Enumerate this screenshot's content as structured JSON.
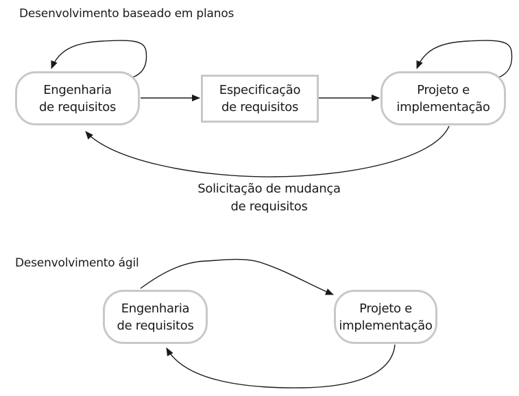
{
  "plan_driven": {
    "title": "Desenvolvimento baseado em planos",
    "nodes": [
      {
        "id": "req_eng",
        "line1": "Engenharia",
        "line2": "de requisitos",
        "shape": "rounded"
      },
      {
        "id": "req_spec",
        "line1": "Especificação",
        "line2": "de requisitos",
        "shape": "rectangle"
      },
      {
        "id": "design_impl",
        "line1": "Projeto e",
        "line2": "implementação",
        "shape": "rounded"
      }
    ],
    "edges": [
      {
        "from": "req_eng",
        "to": "req_eng",
        "type": "self-loop"
      },
      {
        "from": "req_eng",
        "to": "req_spec",
        "type": "straight"
      },
      {
        "from": "req_spec",
        "to": "design_impl",
        "type": "straight"
      },
      {
        "from": "design_impl",
        "to": "design_impl",
        "type": "self-loop"
      },
      {
        "from": "design_impl",
        "to": "req_eng",
        "type": "curved",
        "label": "Solicitação de mudança de requisitos"
      }
    ],
    "change_label_line1": "Solicitação de mudança",
    "change_label_line2": "de requisitos"
  },
  "agile": {
    "title": "Desenvolvimento ágil",
    "nodes": [
      {
        "id": "req_eng",
        "line1": "Engenharia",
        "line2": "de requisitos",
        "shape": "rounded"
      },
      {
        "id": "design_impl",
        "line1": "Projeto e",
        "line2": "implementação",
        "shape": "rounded"
      }
    ],
    "edges": [
      {
        "from": "req_eng",
        "to": "design_impl",
        "type": "curved-top"
      },
      {
        "from": "design_impl",
        "to": "req_eng",
        "type": "curved-bottom"
      }
    ]
  },
  "colors": {
    "node_border": "#c8c8c8",
    "edge": "#1a1a1a",
    "text": "#1a1a1a"
  }
}
